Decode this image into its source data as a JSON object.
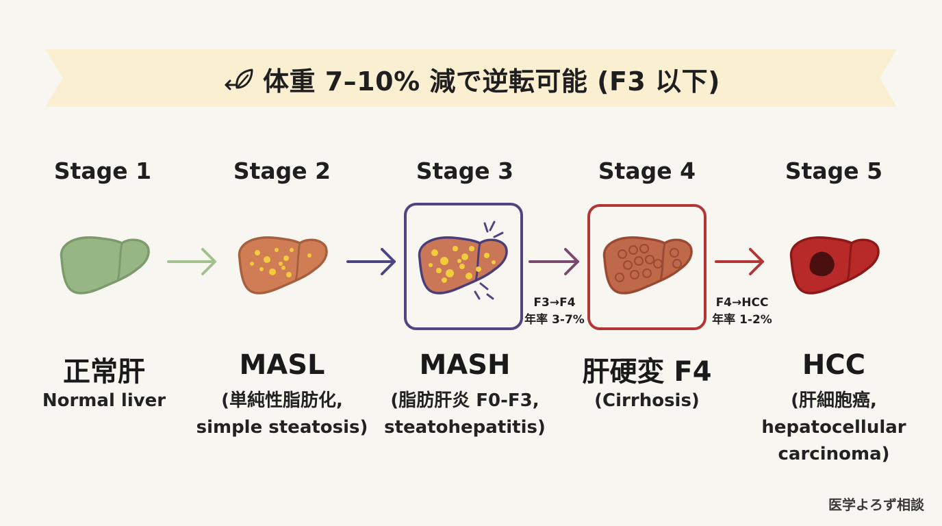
{
  "banner": {
    "title": "体重 7–10% 減で逆転可能 (F3 以下)",
    "icon": "arrow-leaf-icon",
    "color": "#fbefd2"
  },
  "stages": [
    {
      "label": "Stage 1",
      "name": "正常肝",
      "desc": [
        "Normal liver"
      ],
      "liver_color": "#96b684",
      "liver_stroke": "#7d9a6c"
    },
    {
      "label": "Stage 2",
      "name": "MASL",
      "desc": [
        "(単純性脂肪化,",
        "simple steatosis)"
      ],
      "liver_color": "#d07d55",
      "liver_stroke": "#a7603d"
    },
    {
      "label": "Stage 3",
      "name": "MASH",
      "desc": [
        "(脂肪肝炎 F0-F3,",
        "steatohepatitis)"
      ],
      "liver_color": "#c97757",
      "liver_stroke": "#4a3d78",
      "frame_color": "#4e4581"
    },
    {
      "label": "Stage 4",
      "name": "肝硬変 F4",
      "desc": [
        "(Cirrhosis)"
      ],
      "liver_color": "#c0684a",
      "liver_stroke": "#9a4a33",
      "frame_color": "#b33535"
    },
    {
      "label": "Stage 5",
      "name": "HCC",
      "desc": [
        "(肝細胞癌,",
        "hepatocellular",
        "carcinoma)"
      ],
      "liver_color": "#b82a2a",
      "liver_stroke": "#8e1818"
    }
  ],
  "arrows": [
    {
      "color": "#a3c08f"
    },
    {
      "color": "#4c4582"
    },
    {
      "color": "#7a4a6e"
    },
    {
      "color": "#b33535"
    }
  ],
  "transitions": [
    {
      "line1": "F3→F4",
      "line2": "年率 3-7%"
    },
    {
      "line1": "F4→HCC",
      "line2": "年率 1-2%"
    }
  ],
  "footer": "医学よろず相談",
  "colors": {
    "fat": "#f2cc3a",
    "background": "#f7f6f1"
  }
}
